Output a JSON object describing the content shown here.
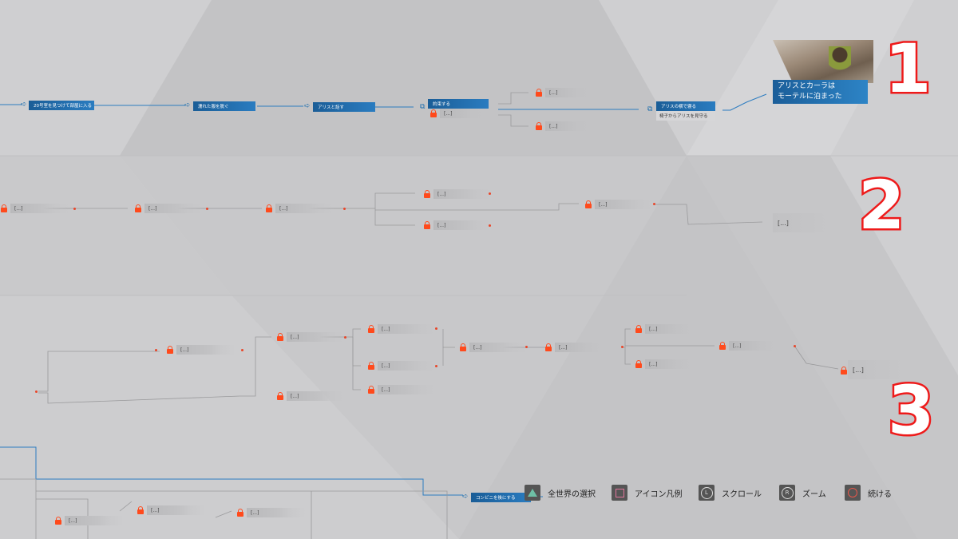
{
  "flow_1": {
    "nodes": [
      "20号室を見つけて部屋に入る",
      "濡れた服を脱ぐ",
      "アリスと話す",
      "約束する",
      "アリスの横で寝る",
      "椅子からアリスを見守る"
    ],
    "locked_label": "[...]",
    "ending": {
      "line1": "アリスとカーラは",
      "line2": "モーテルに泊まった"
    }
  },
  "bottom_flow_node": "コンビニを後にする",
  "locked_label": "[...]",
  "section_numbers": [
    "1",
    "2",
    "3"
  ],
  "hints": [
    {
      "icon": "triangle-button",
      "label": "全世界の選択"
    },
    {
      "icon": "square-button",
      "label": "アイコン凡例"
    },
    {
      "icon": "l-stick",
      "label": "スクロール",
      "glyph": "L"
    },
    {
      "icon": "r-stick",
      "label": "ズーム",
      "glyph": "R"
    },
    {
      "icon": "circle-button",
      "label": "続ける"
    }
  ],
  "colors": {
    "accent_blue": "#1f6fae",
    "lock_orange": "#ff4a1c",
    "highlight_red": "#ee1a1a",
    "background": "#cfcfd1"
  }
}
